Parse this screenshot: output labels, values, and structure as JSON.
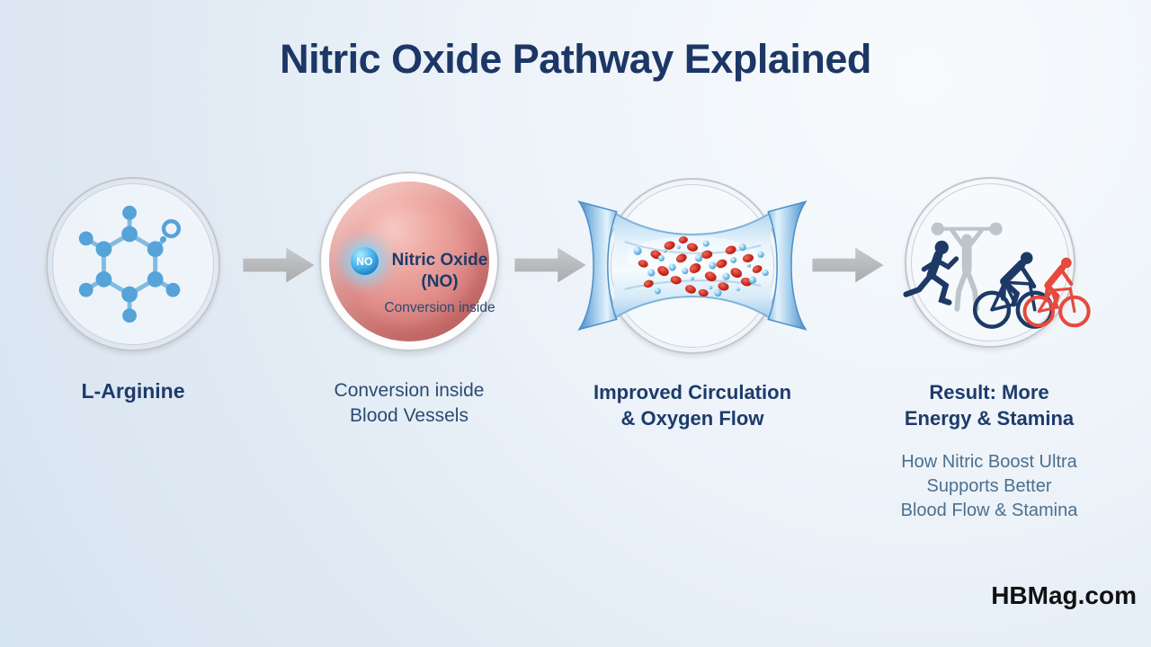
{
  "title": "Nitric Oxide Pathway Explained",
  "watermark": "HBMag.com",
  "steps": [
    {
      "key": "l-arginine",
      "icon": "molecule-icon",
      "label_lines": [
        "L-Arginine"
      ]
    },
    {
      "key": "no-conversion",
      "icon": "no-sphere-icon",
      "badge": "NO",
      "inner_lines": [
        "Nitric Oxide",
        "(NO)",
        "Conversion inside"
      ],
      "label_lines": [
        "Conversion inside",
        "Blood Vessels"
      ]
    },
    {
      "key": "improved-circulation",
      "icon": "blood-vessel-icon",
      "label_lines": [
        "Improved Circulation",
        "& Oxygen Flow"
      ]
    },
    {
      "key": "result-energy-stamina",
      "icon": "athletes-icon",
      "label_lines": [
        "Result: More",
        "Energy & Stamina"
      ],
      "caption_lines": [
        "How Nitric Boost Ultra",
        "Supports Better",
        "Blood Flow & Stamina"
      ]
    }
  ],
  "colors": {
    "heading_navy": "#1d3b6a",
    "caption_slate": "#4c6f8e",
    "arrow_gray": "#b8babc",
    "ring_gray": "#c6c9cc",
    "molecule_blue": "#55a3d8",
    "sphere_red": "#d57d7b",
    "no_sphere_blue": "#1579bf",
    "vessel_blue": "#5f9fd8",
    "blood_cell_red": "#c6281c",
    "runner_navy": "#1d3a66",
    "lifter_gray": "#bdc5cb",
    "cyclist_red": "#e64a3d",
    "background_blue": "#dfe9f3"
  }
}
